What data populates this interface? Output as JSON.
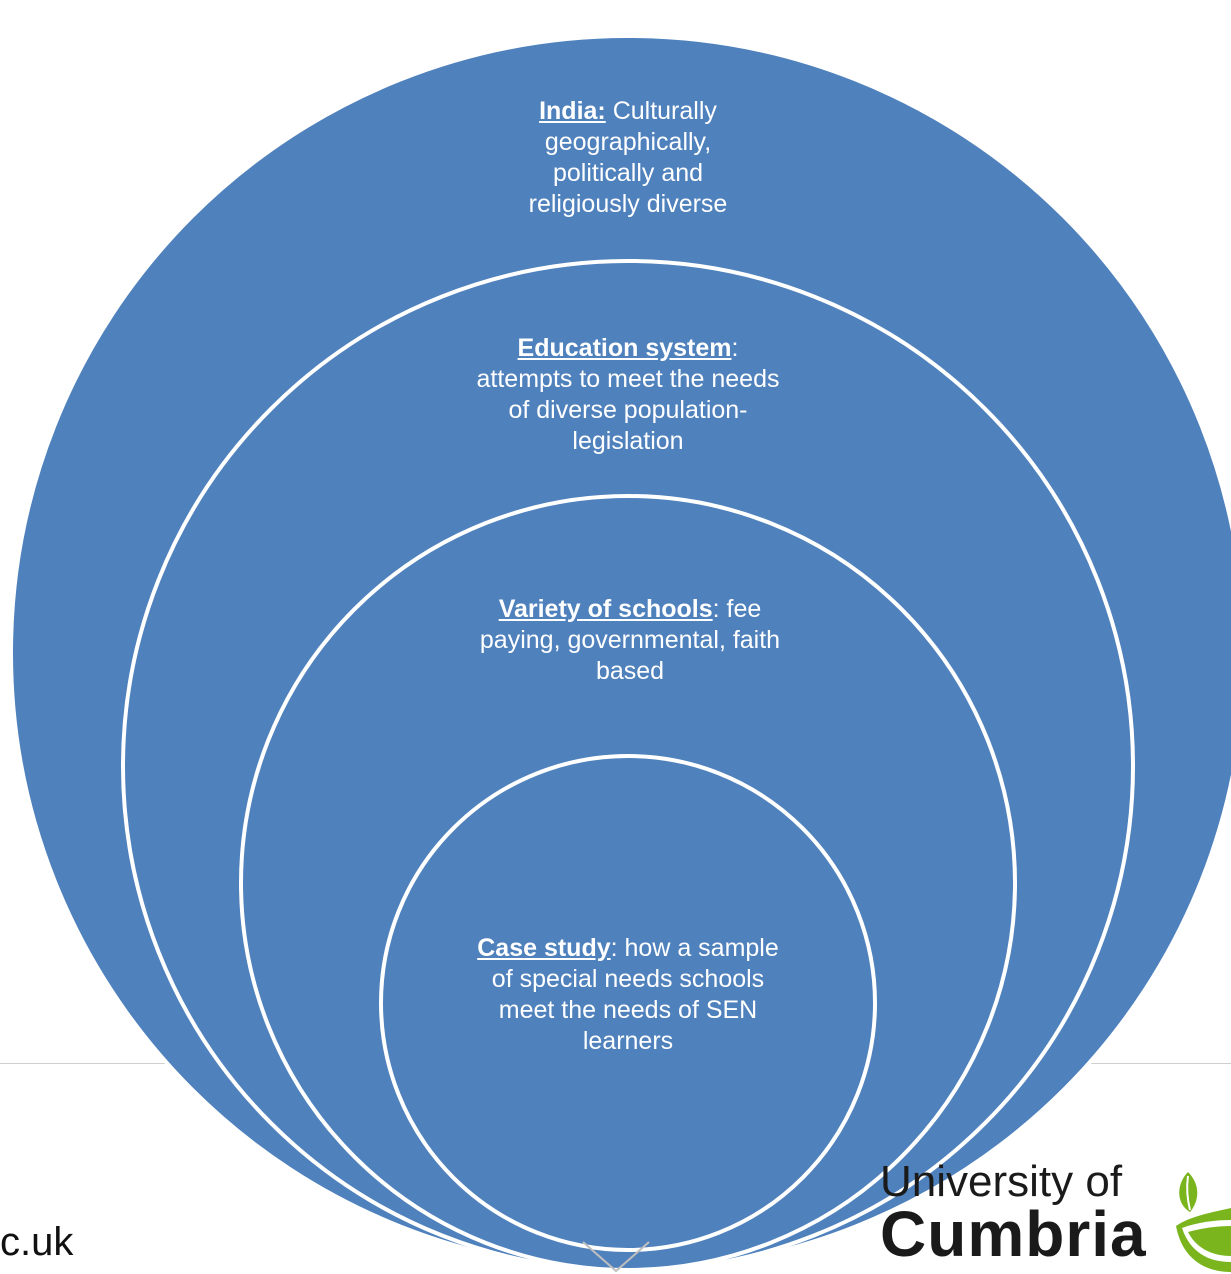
{
  "diagram": {
    "type": "nested-circles",
    "fill_color": "#4f81bd",
    "border_color": "#ffffff",
    "levels": [
      {
        "lead": "India:",
        "text": " Culturally geographically, politically and religiously diverse"
      },
      {
        "lead": "Education system",
        "text": ": attempts to meet the needs of diverse population- legislation"
      },
      {
        "lead": "Variety of schools",
        "text": ": fee paying, governmental, faith based"
      },
      {
        "lead": "Case study",
        "text": ": how a sample of special needs schools meet the needs of SEN learners"
      }
    ]
  },
  "footer": {
    "url_fragment": "c.uk"
  },
  "logo": {
    "line1": "University of",
    "line2": "Cumbria",
    "icon": "leaf-icon",
    "leaf_color": "#7ab51d"
  }
}
